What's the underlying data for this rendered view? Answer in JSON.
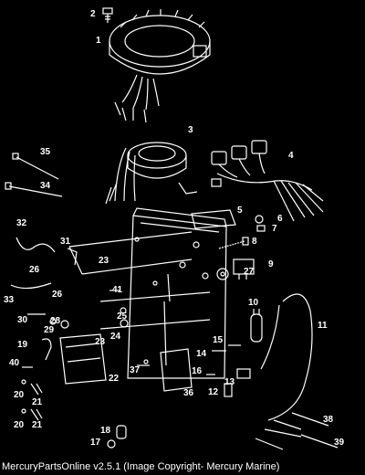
{
  "diagram": {
    "callouts": [
      "1",
      "2",
      "3",
      "4",
      "5",
      "6",
      "7",
      "8",
      "9",
      "10",
      "11",
      "12",
      "13",
      "14",
      "15",
      "16",
      "17",
      "18",
      "19",
      "20",
      "21",
      "22",
      "23",
      "24",
      "25",
      "26",
      "27",
      "28",
      "29",
      "30",
      "31",
      "32",
      "33",
      "34",
      "35",
      "36",
      "37",
      "38",
      "39",
      "40",
      "41"
    ],
    "caption": "MercuryPartsOnline v2.5.1 (Image Copyright- Mercury Marine)"
  },
  "colors": {
    "background": "#000000",
    "line": "#ffffff"
  }
}
